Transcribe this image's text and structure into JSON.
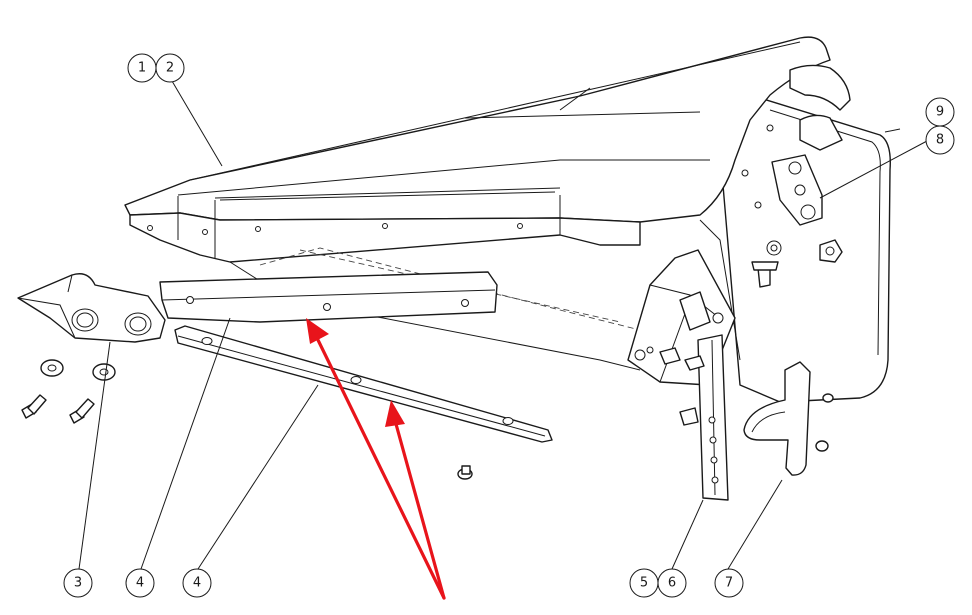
{
  "callouts": {
    "c1": "1",
    "c2": "2",
    "c3": "3",
    "c4a": "4",
    "c4b": "4",
    "c5": "5",
    "c6": "6",
    "c7": "7",
    "c8": "8",
    "c9": "9"
  },
  "colors": {
    "line": "#1a1a1a",
    "highlight_arrow": "#e8141b",
    "background": "#ffffff"
  },
  "arrows": {
    "count": 2,
    "points_to": [
      "part 4 (upper skid)",
      "part 4 (lower skid)"
    ]
  }
}
